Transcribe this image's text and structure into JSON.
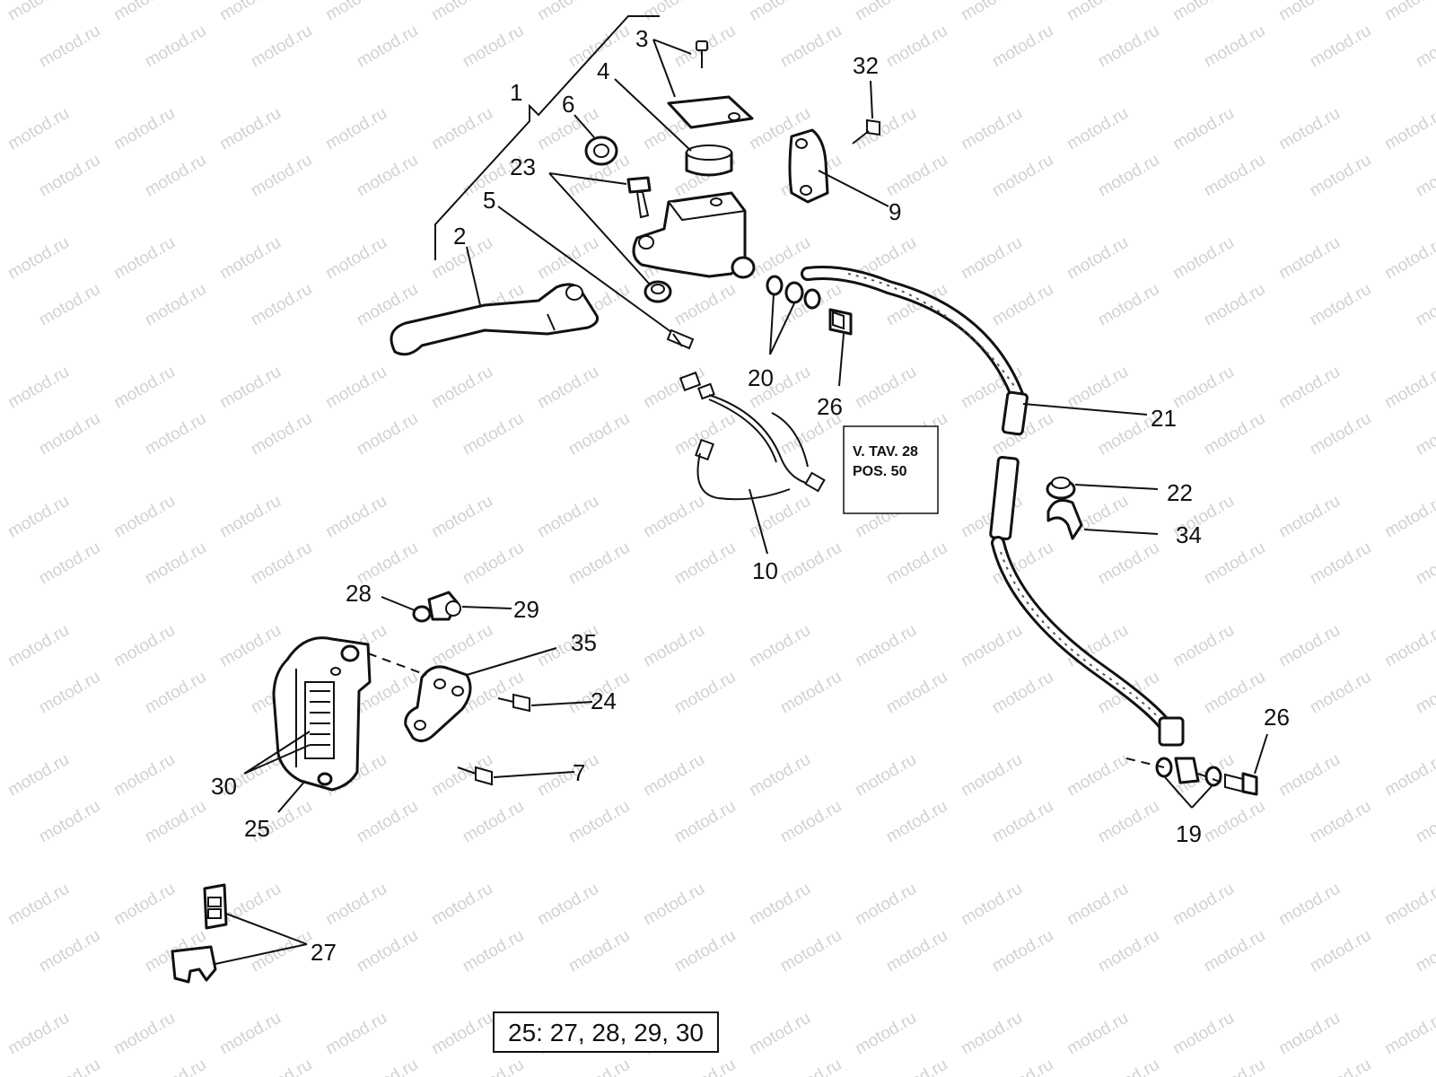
{
  "watermark": "motod.ru",
  "reference_box": {
    "line1": "V. TAV. 28",
    "line2": "POS. 50"
  },
  "kit_note": "25: 27, 28, 29, 30",
  "callouts": {
    "c1": "1",
    "c2": "2",
    "c3": "3",
    "c4": "4",
    "c5": "5",
    "c6": "6",
    "c7": "7",
    "c9": "9",
    "c10": "10",
    "c19": "19",
    "c20": "20",
    "c21": "21",
    "c22": "22",
    "c23": "23",
    "c24": "24",
    "c25": "25",
    "c26a": "26",
    "c26b": "26",
    "c27": "27",
    "c28": "28",
    "c29": "29",
    "c30": "30",
    "c32": "32",
    "c34": "34",
    "c35": "35"
  }
}
